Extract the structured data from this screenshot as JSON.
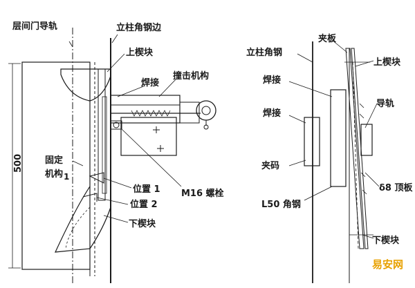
{
  "left_view": {
    "labels": {
      "landing_door_rail": "层间门导轨",
      "column_angle_edge": "立柱角钢边",
      "upper_wedge": "上楔块",
      "weld": "焊接",
      "striker": "撞击机构",
      "fixing_mech_line1": "固定",
      "fixing_mech_line2": "机构",
      "fixing_mech_sub": "1",
      "dimension": "500",
      "position1": "位置 1",
      "position2": "位置 2",
      "bolt": "M16 螺栓",
      "lower_wedge": "下楔块"
    }
  },
  "right_view": {
    "labels": {
      "column_angle": "立柱角钢",
      "clamp_plate": "夹板",
      "upper_wedge": "上楔块",
      "weld_top": "焊接",
      "guide_rail": "导轨",
      "weld_bottom": "焊接",
      "clamp_code": "夹码",
      "top_plate": "δ8 顶板",
      "angle_steel": "L50 角钢",
      "lower_wedge": "下楔块"
    }
  },
  "watermark": "易安网",
  "colors": {
    "line": "#1a1a1a",
    "watermark": "#e8a100",
    "background": "#ffffff"
  }
}
